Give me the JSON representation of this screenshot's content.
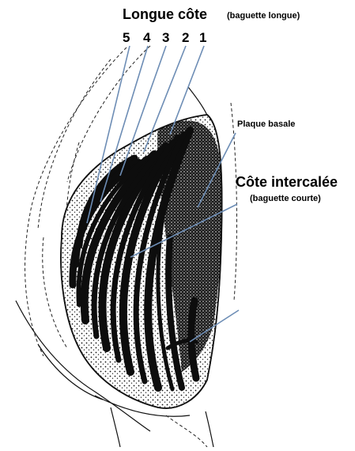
{
  "title": {
    "main": "Longue côte",
    "sub": "(baguette longue)"
  },
  "rib_numbers": [
    "5",
    "4",
    "3",
    "2",
    "1"
  ],
  "labels": {
    "plaque": "Plaque basale",
    "intercalee_main": "Côte intercalée",
    "intercalee_sub": "(baguette courte)"
  }
}
